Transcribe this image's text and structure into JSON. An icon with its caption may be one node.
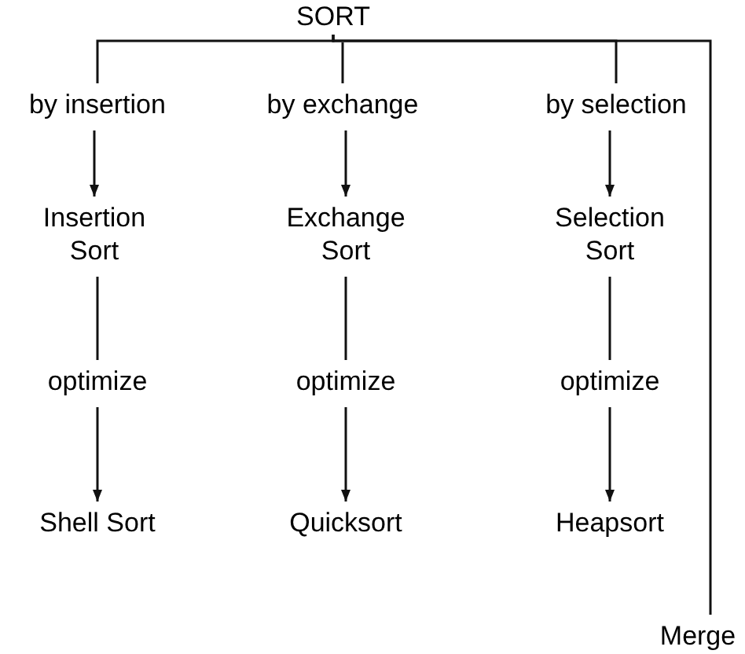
{
  "diagram": {
    "nodes": [
      {
        "text": [
          "SORT"
        ]
      },
      {
        "text": [
          "by insertion"
        ]
      },
      {
        "text": [
          "by exchange"
        ]
      },
      {
        "text": [
          "by selection"
        ]
      },
      {
        "text": [
          "Insertion Sort"
        ]
      },
      {
        "text": [
          "Exchange Sort"
        ]
      },
      {
        "text": [
          "Selection Sort"
        ]
      },
      {
        "text": [
          "optimize"
        ]
      },
      {
        "text": [
          "optimize"
        ]
      },
      {
        "text": [
          "optimize"
        ]
      },
      {
        "text": [
          "Shell Sort"
        ]
      },
      {
        "text": [
          "Quicksort"
        ]
      },
      {
        "text": [
          "Heapsort"
        ]
      },
      {
        "text": [
          "Merge"
        ]
      }
    ],
    "edges": [
      {
        "from": 0,
        "to": 1,
        "arrow": "none"
      },
      {
        "from": 0,
        "to": 2,
        "arrow": "none"
      },
      {
        "from": 0,
        "to": 3,
        "arrow": "none"
      },
      {
        "from": 0,
        "to": 13,
        "arrow": "none"
      },
      {
        "from": 1,
        "to": 4,
        "arrow": "to"
      },
      {
        "from": 2,
        "to": 5,
        "arrow": "to"
      },
      {
        "from": 3,
        "to": 6,
        "arrow": "to"
      },
      {
        "from": 4,
        "to": 7,
        "arrow": "none"
      },
      {
        "from": 5,
        "to": 8,
        "arrow": "none"
      },
      {
        "from": 6,
        "to": 9,
        "arrow": "none"
      },
      {
        "from": 7,
        "to": 10,
        "arrow": "to"
      },
      {
        "from": 8,
        "to": 11,
        "arrow": "to"
      },
      {
        "from": 9,
        "to": 12,
        "arrow": "to"
      }
    ]
  }
}
